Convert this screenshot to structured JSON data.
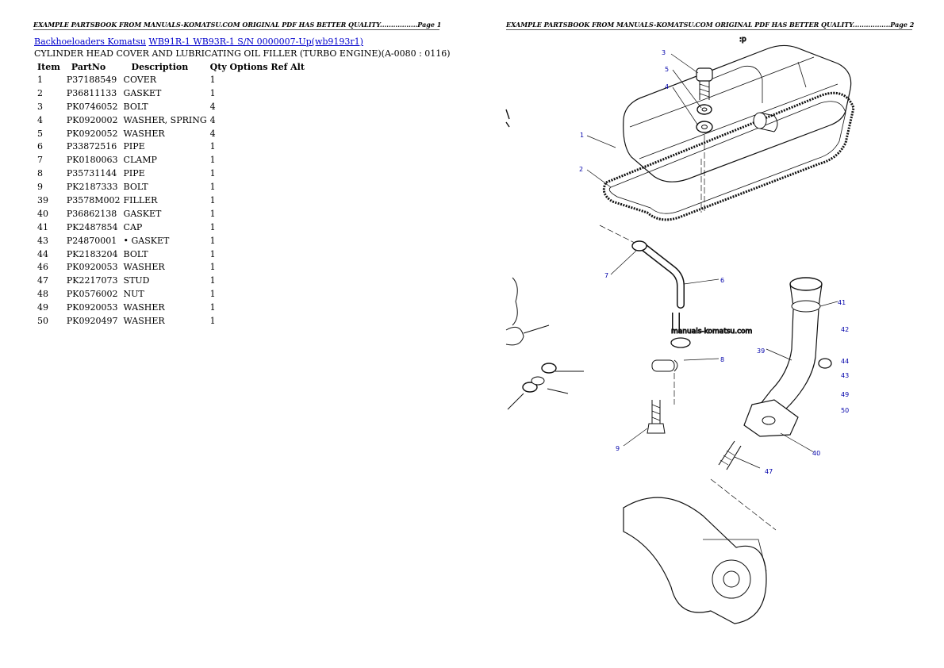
{
  "page1_header": "EXAMPLE PARTSBOOK FROM MANUALS-KOMATSU.COM ORIGINAL PDF HAS BETTER QUALITY.................Page 1",
  "page2_header": "EXAMPLE PARTSBOOK FROM MANUALS-KOMATSU.COM ORIGINAL PDF HAS BETTER QUALITY.................Page 2",
  "breadcrumb": {
    "link1": "Backhoeloaders Komatsu",
    "link2": "WB91R-1 WB93R-1 S/N 0000007-Up(wb9193r1)"
  },
  "subtitle": "CYLINDER HEAD COVER AND LUBRICATING OIL FILLER (TURBO ENGINE)(A-0080 : 0116)",
  "table": {
    "headers": [
      "Item",
      "PartNo",
      "Description",
      "Qty Options Ref Alt"
    ],
    "rows": [
      [
        "1",
        "P37188549",
        "COVER",
        "1"
      ],
      [
        "2",
        "P36811133",
        "GASKET",
        "1"
      ],
      [
        "3",
        "PK0746052",
        "BOLT",
        "4"
      ],
      [
        "4",
        "PK0920002",
        "WASHER, SPRING",
        "4"
      ],
      [
        "5",
        "PK0920052",
        "WASHER",
        "4"
      ],
      [
        "6",
        "P33872516",
        "PIPE",
        "1"
      ],
      [
        "7",
        "PK0180063",
        "CLAMP",
        "1"
      ],
      [
        "8",
        "P35731144",
        "PIPE",
        "1"
      ],
      [
        "9",
        "PK2187333",
        "BOLT",
        "1"
      ],
      [
        "39",
        "P3578M002",
        "FILLER",
        "1"
      ],
      [
        "40",
        "P36862138",
        "GASKET",
        "1"
      ],
      [
        "41",
        "PK2487854",
        "CAP",
        "1"
      ],
      [
        "43",
        "P24870001",
        "• GASKET",
        "1"
      ],
      [
        "44",
        "PK2183204",
        "BOLT",
        "1"
      ],
      [
        "46",
        "PK0920053",
        "WASHER",
        "1"
      ],
      [
        "47",
        "PK2217073",
        "STUD",
        "1"
      ],
      [
        "48",
        "PK0576002",
        "NUT",
        "1"
      ],
      [
        "49",
        "PK0920053",
        "WASHER",
        "1"
      ],
      [
        "50",
        "PK0920497",
        "WASHER",
        "1"
      ]
    ]
  },
  "diagram": {
    "watermark": "manuals-komatsu.com",
    "corner_mark": ":p",
    "callouts": [
      "3",
      "5",
      "4",
      "1",
      "2",
      "7",
      "6",
      "8",
      "9",
      "39",
      "40",
      "41",
      "42",
      "44",
      "43",
      "49",
      "50",
      "47"
    ]
  }
}
